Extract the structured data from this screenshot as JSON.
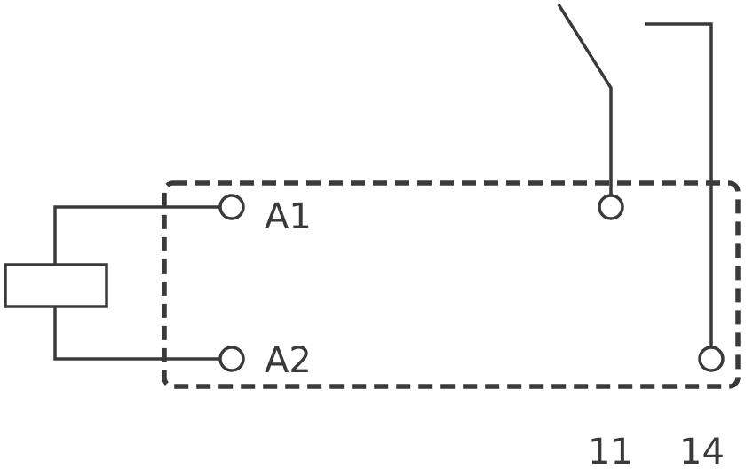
{
  "colors": {
    "line": "#3a3a3a",
    "background": "#ffffff"
  },
  "terminals": {
    "a1": "A1",
    "a2": "A2",
    "contact_11": "11",
    "contact_14": "14"
  }
}
